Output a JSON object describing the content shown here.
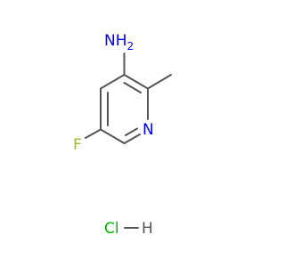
{
  "molecule": {
    "atoms": {
      "amine": {
        "symbol": "NH",
        "subscript": "2",
        "color": "#0000ff"
      },
      "ring_nitrogen": {
        "symbol": "N",
        "color": "#0000ff"
      },
      "fluorine": {
        "symbol": "F",
        "color": "#9ab935"
      }
    },
    "salt": {
      "chlorine": {
        "symbol": "Cl",
        "color": "#00b300"
      },
      "hydrogen": {
        "symbol": "H",
        "color": "#555555"
      }
    },
    "bond_color": "#555555"
  }
}
